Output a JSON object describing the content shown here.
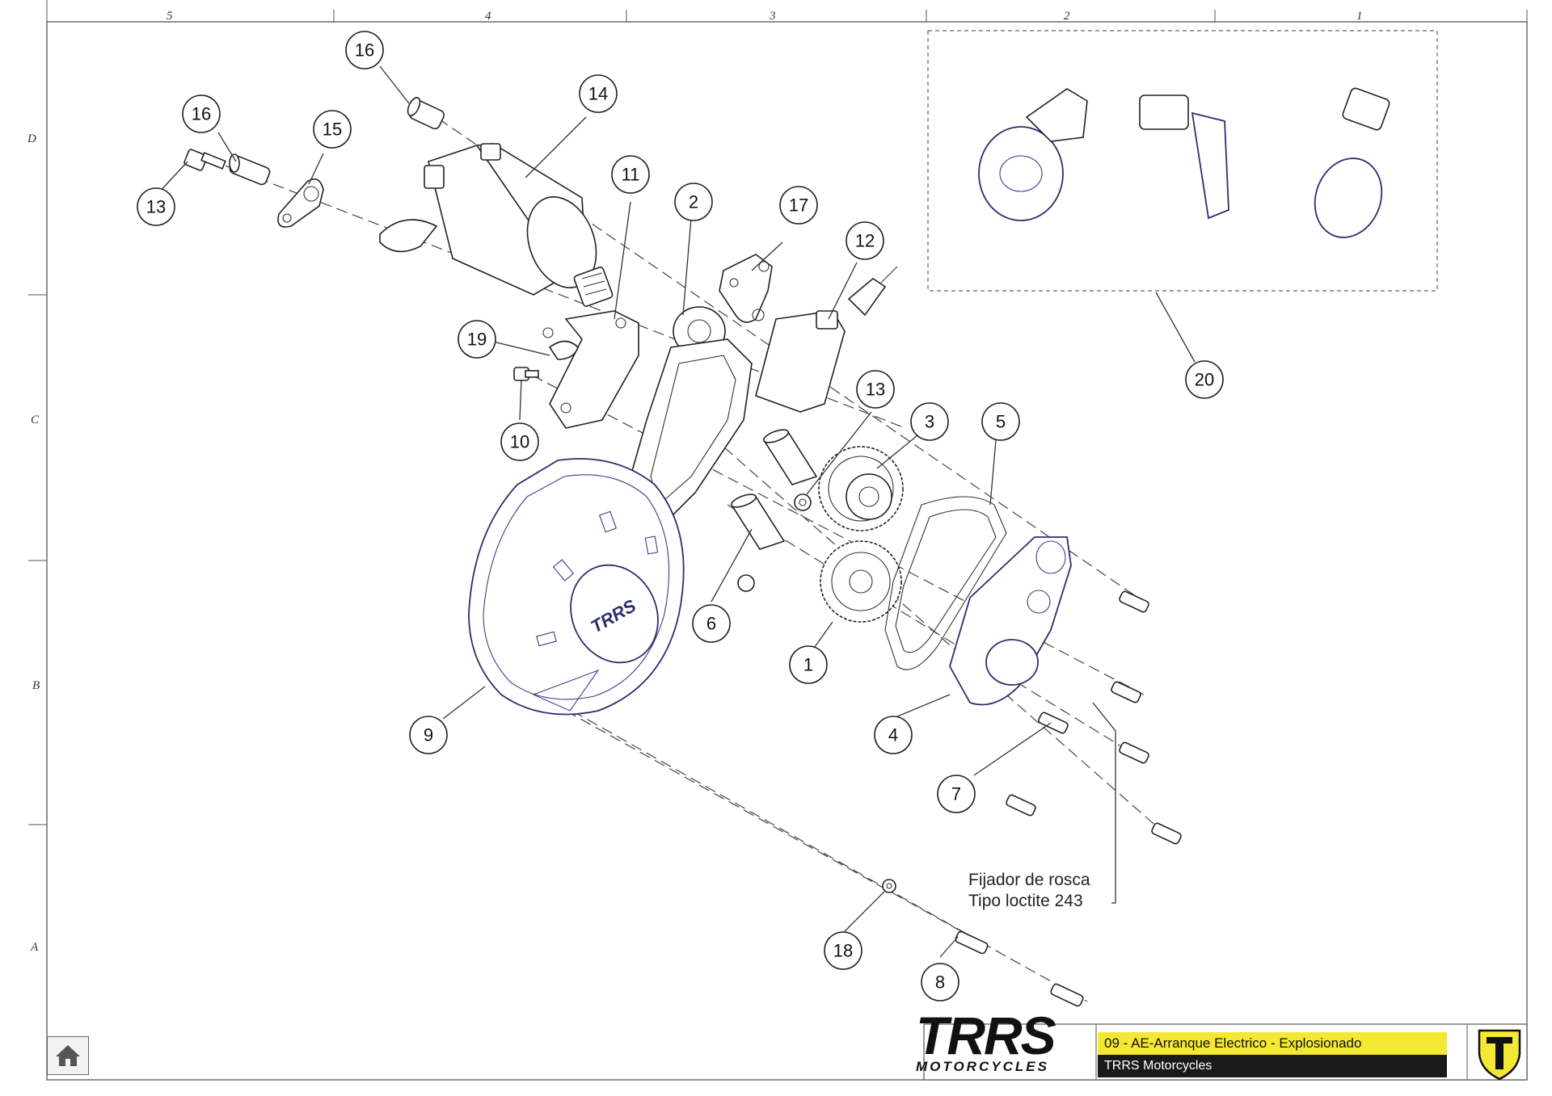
{
  "drawing": {
    "zone_columns": [
      "5",
      "4",
      "3",
      "2",
      "1"
    ],
    "zone_rows": [
      "D",
      "C",
      "B",
      "A"
    ],
    "callouts": [
      "1",
      "2",
      "3",
      "4",
      "5",
      "6",
      "7",
      "8",
      "9",
      "10",
      "11",
      "12",
      "13",
      "13",
      "14",
      "15",
      "16",
      "16",
      "17",
      "18",
      "19",
      "20"
    ],
    "note_line1": "Fijador de rosca",
    "note_line2": "Tipo loctite 243",
    "part_logo_text": "TRRS"
  },
  "title_block": {
    "brand": "TRRS",
    "brand_sub": "MOTORCYCLES",
    "drawing_title": "09 - AE-Arranque Electrico - Explosionado",
    "company": "TRRS Motorcycles",
    "accent_color": "#f3e834",
    "dark_color": "#1a1a1a"
  },
  "navigation": {
    "home_icon": "home-icon"
  }
}
